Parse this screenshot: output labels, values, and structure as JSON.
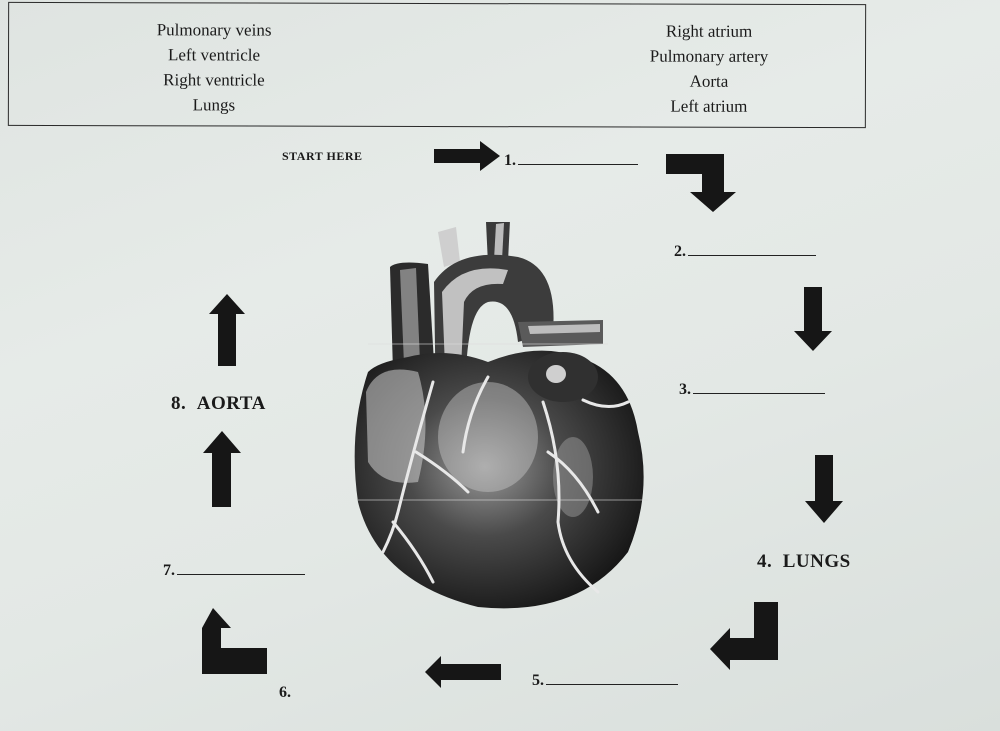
{
  "word_bank": {
    "left_column": [
      "Pulmonary veins",
      "Left ventricle",
      "Right ventricle",
      "Lungs"
    ],
    "right_column": [
      "Right atrium",
      "Pulmonary artery",
      "Aorta",
      "Left atrium"
    ]
  },
  "start_label": "START HERE",
  "steps": [
    {
      "number": "1.",
      "answer": ""
    },
    {
      "number": "2.",
      "answer": ""
    },
    {
      "number": "3.",
      "answer": ""
    },
    {
      "number": "4.",
      "answer": "LUNGS"
    },
    {
      "number": "5.",
      "answer": ""
    },
    {
      "number": "6.",
      "answer": ""
    },
    {
      "number": "7.",
      "answer": ""
    },
    {
      "number": "8.",
      "answer": "AORTA"
    }
  ],
  "diagram": {
    "image": "heart-anatomy-illustration",
    "icons": [
      "arrow-right-icon",
      "arrow-corner-down-icon",
      "arrow-down-icon",
      "arrow-down-icon",
      "arrow-corner-left-icon",
      "arrow-left-icon",
      "arrow-corner-up-icon",
      "arrow-up-icon",
      "arrow-up-icon"
    ]
  }
}
